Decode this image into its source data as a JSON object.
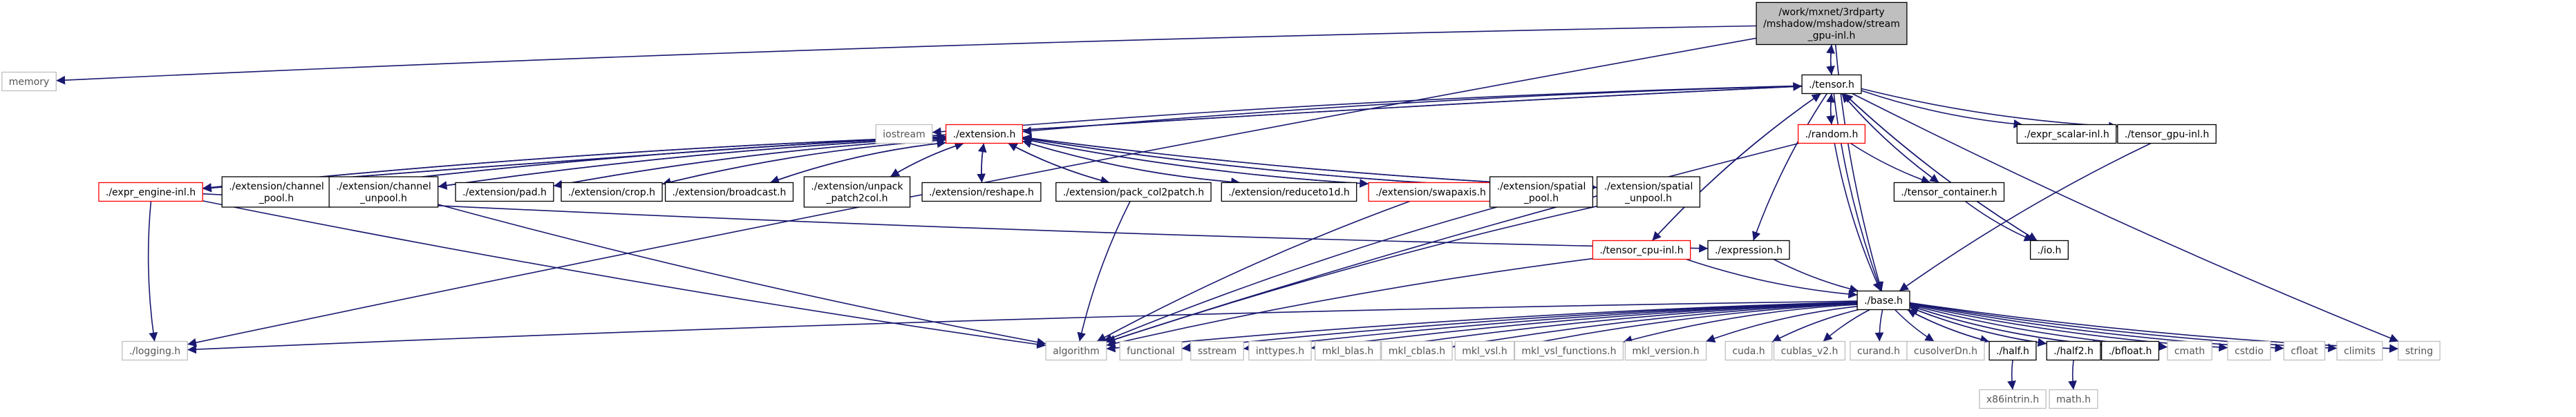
{
  "graph": {
    "title": "/work/mxnet/3rdparty/mshadow/mshadow/stream_gpu-inl.h",
    "colors": {
      "edge": "#191970",
      "node_border_default": "#000000",
      "node_border_system": "#bfbfbf",
      "node_border_highlight": "#ff0000",
      "root_fill": "#bfbfbf",
      "text_system": "#555555"
    },
    "nodes": [
      {
        "id": "root",
        "lines": [
          "/work/mxnet/3rdparty",
          "/mshadow/mshadow/stream",
          "_gpu-inl.h"
        ],
        "kind": "root"
      },
      {
        "id": "memory",
        "lines": [
          "memory"
        ],
        "kind": "sys"
      },
      {
        "id": "tensor",
        "lines": [
          "./tensor.h"
        ],
        "kind": "local"
      },
      {
        "id": "iostream",
        "lines": [
          "iostream"
        ],
        "kind": "sys"
      },
      {
        "id": "extension",
        "lines": [
          "./extension.h"
        ],
        "kind": "hl"
      },
      {
        "id": "random",
        "lines": [
          "./random.h"
        ],
        "kind": "hl"
      },
      {
        "id": "expr_scalar",
        "lines": [
          "./expr_scalar-inl.h"
        ],
        "kind": "local"
      },
      {
        "id": "tensor_gpu",
        "lines": [
          "./tensor_gpu-inl.h"
        ],
        "kind": "local"
      },
      {
        "id": "expr_engine",
        "lines": [
          "./expr_engine-inl.h"
        ],
        "kind": "hl"
      },
      {
        "id": "ch_pool",
        "lines": [
          "./extension/channel",
          "_pool.h"
        ],
        "kind": "local"
      },
      {
        "id": "ch_unpool",
        "lines": [
          "./extension/channel",
          "_unpool.h"
        ],
        "kind": "local"
      },
      {
        "id": "pad",
        "lines": [
          "./extension/pad.h"
        ],
        "kind": "local"
      },
      {
        "id": "crop",
        "lines": [
          "./extension/crop.h"
        ],
        "kind": "local"
      },
      {
        "id": "broadcast",
        "lines": [
          "./extension/broadcast.h"
        ],
        "kind": "local"
      },
      {
        "id": "unpack",
        "lines": [
          "./extension/unpack",
          "_patch2col.h"
        ],
        "kind": "local"
      },
      {
        "id": "reshape",
        "lines": [
          "./extension/reshape.h"
        ],
        "kind": "local"
      },
      {
        "id": "pack",
        "lines": [
          "./extension/pack_col2patch.h"
        ],
        "kind": "local"
      },
      {
        "id": "reduceto",
        "lines": [
          "./extension/reduceto1d.h"
        ],
        "kind": "local"
      },
      {
        "id": "swapaxis",
        "lines": [
          "./extension/swapaxis.h"
        ],
        "kind": "hl"
      },
      {
        "id": "sp_pool",
        "lines": [
          "./extension/spatial",
          "_pool.h"
        ],
        "kind": "local"
      },
      {
        "id": "sp_unpool",
        "lines": [
          "./extension/spatial",
          "_unpool.h"
        ],
        "kind": "local"
      },
      {
        "id": "tensor_container",
        "lines": [
          "./tensor_container.h"
        ],
        "kind": "local"
      },
      {
        "id": "io",
        "lines": [
          "./io.h"
        ],
        "kind": "local"
      },
      {
        "id": "tensor_cpu",
        "lines": [
          "./tensor_cpu-inl.h"
        ],
        "kind": "hl"
      },
      {
        "id": "expression",
        "lines": [
          "./expression.h"
        ],
        "kind": "local"
      },
      {
        "id": "base",
        "lines": [
          "./base.h"
        ],
        "kind": "local"
      },
      {
        "id": "logging",
        "lines": [
          "./logging.h"
        ],
        "kind": "sys"
      },
      {
        "id": "algorithm",
        "lines": [
          "algorithm"
        ],
        "kind": "sys"
      },
      {
        "id": "functional",
        "lines": [
          "functional"
        ],
        "kind": "sys"
      },
      {
        "id": "sstream",
        "lines": [
          "sstream"
        ],
        "kind": "sys"
      },
      {
        "id": "inttypes",
        "lines": [
          "inttypes.h"
        ],
        "kind": "sys"
      },
      {
        "id": "mkl_blas",
        "lines": [
          "mkl_blas.h"
        ],
        "kind": "sys"
      },
      {
        "id": "mkl_cblas",
        "lines": [
          "mkl_cblas.h"
        ],
        "kind": "sys"
      },
      {
        "id": "mkl_vsl",
        "lines": [
          "mkl_vsl.h"
        ],
        "kind": "sys"
      },
      {
        "id": "mkl_vsl_functions",
        "lines": [
          "mkl_vsl_functions.h"
        ],
        "kind": "sys"
      },
      {
        "id": "mkl_version",
        "lines": [
          "mkl_version.h"
        ],
        "kind": "sys"
      },
      {
        "id": "cuda",
        "lines": [
          "cuda.h"
        ],
        "kind": "sys"
      },
      {
        "id": "cublas",
        "lines": [
          "cublas_v2.h"
        ],
        "kind": "sys"
      },
      {
        "id": "curand",
        "lines": [
          "curand.h"
        ],
        "kind": "sys"
      },
      {
        "id": "cusolver",
        "lines": [
          "cusolverDn.h"
        ],
        "kind": "sys"
      },
      {
        "id": "half",
        "lines": [
          "./half.h"
        ],
        "kind": "local"
      },
      {
        "id": "half2",
        "lines": [
          "./half2.h"
        ],
        "kind": "local"
      },
      {
        "id": "bfloat",
        "lines": [
          "./bfloat.h"
        ],
        "kind": "local"
      },
      {
        "id": "cmath",
        "lines": [
          "cmath"
        ],
        "kind": "sys"
      },
      {
        "id": "cstdio",
        "lines": [
          "cstdio"
        ],
        "kind": "sys"
      },
      {
        "id": "cfloat",
        "lines": [
          "cfloat"
        ],
        "kind": "sys"
      },
      {
        "id": "climits",
        "lines": [
          "climits"
        ],
        "kind": "sys"
      },
      {
        "id": "string",
        "lines": [
          "string"
        ],
        "kind": "sys"
      },
      {
        "id": "x86intrin",
        "lines": [
          "x86intrin.h"
        ],
        "kind": "sys"
      },
      {
        "id": "math",
        "lines": [
          "math.h"
        ],
        "kind": "sys"
      }
    ],
    "edges": [
      [
        "root",
        "memory"
      ],
      [
        "root",
        "tensor"
      ],
      [
        "root",
        "logging"
      ],
      [
        "root",
        "base"
      ],
      [
        "tensor",
        "root"
      ],
      [
        "tensor",
        "iostream"
      ],
      [
        "tensor",
        "extension"
      ],
      [
        "tensor",
        "random"
      ],
      [
        "tensor",
        "expr_scalar"
      ],
      [
        "tensor",
        "tensor_gpu"
      ],
      [
        "tensor",
        "expr_engine"
      ],
      [
        "tensor",
        "tensor_cpu"
      ],
      [
        "tensor",
        "expression"
      ],
      [
        "tensor",
        "base"
      ],
      [
        "tensor",
        "string"
      ],
      [
        "tensor",
        "io"
      ],
      [
        "tensor",
        "tensor_container"
      ],
      [
        "extension",
        "expr_engine"
      ],
      [
        "extension",
        "ch_pool"
      ],
      [
        "extension",
        "ch_unpool"
      ],
      [
        "extension",
        "pad"
      ],
      [
        "extension",
        "crop"
      ],
      [
        "extension",
        "broadcast"
      ],
      [
        "extension",
        "unpack"
      ],
      [
        "extension",
        "reshape"
      ],
      [
        "extension",
        "pack"
      ],
      [
        "extension",
        "reduceto"
      ],
      [
        "extension",
        "swapaxis"
      ],
      [
        "extension",
        "sp_pool"
      ],
      [
        "extension",
        "sp_unpool"
      ],
      [
        "expr_engine",
        "extension"
      ],
      [
        "expr_engine",
        "tensor"
      ],
      [
        "expr_engine",
        "logging"
      ],
      [
        "expr_engine",
        "algorithm"
      ],
      [
        "expr_engine",
        "expression"
      ],
      [
        "ch_pool",
        "extension"
      ],
      [
        "ch_unpool",
        "extension"
      ],
      [
        "ch_unpool",
        "algorithm"
      ],
      [
        "pad",
        "extension"
      ],
      [
        "crop",
        "extension"
      ],
      [
        "broadcast",
        "extension"
      ],
      [
        "unpack",
        "extension"
      ],
      [
        "reshape",
        "extension"
      ],
      [
        "pack",
        "extension"
      ],
      [
        "pack",
        "algorithm"
      ],
      [
        "reduceto",
        "extension"
      ],
      [
        "swapaxis",
        "extension"
      ],
      [
        "swapaxis",
        "algorithm"
      ],
      [
        "sp_pool",
        "extension"
      ],
      [
        "sp_pool",
        "algorithm"
      ],
      [
        "sp_unpool",
        "extension"
      ],
      [
        "sp_unpool",
        "algorithm"
      ],
      [
        "random",
        "tensor"
      ],
      [
        "random",
        "tensor_container"
      ],
      [
        "random",
        "base"
      ],
      [
        "random",
        "algorithm"
      ],
      [
        "tensor_container",
        "tensor"
      ],
      [
        "tensor_container",
        "io"
      ],
      [
        "io",
        "tensor"
      ],
      [
        "tensor_gpu",
        "base"
      ],
      [
        "tensor_cpu",
        "tensor"
      ],
      [
        "tensor_cpu",
        "base"
      ],
      [
        "tensor_cpu",
        "algorithm"
      ],
      [
        "expression",
        "base"
      ],
      [
        "base",
        "logging"
      ],
      [
        "base",
        "algorithm"
      ],
      [
        "base",
        "functional"
      ],
      [
        "base",
        "sstream"
      ],
      [
        "base",
        "inttypes"
      ],
      [
        "base",
        "mkl_blas"
      ],
      [
        "base",
        "mkl_cblas"
      ],
      [
        "base",
        "mkl_vsl"
      ],
      [
        "base",
        "mkl_vsl_functions"
      ],
      [
        "base",
        "mkl_version"
      ],
      [
        "base",
        "cuda"
      ],
      [
        "base",
        "cublas"
      ],
      [
        "base",
        "curand"
      ],
      [
        "base",
        "cusolver"
      ],
      [
        "base",
        "half"
      ],
      [
        "base",
        "half2"
      ],
      [
        "base",
        "bfloat"
      ],
      [
        "base",
        "cmath"
      ],
      [
        "base",
        "cstdio"
      ],
      [
        "base",
        "cfloat"
      ],
      [
        "base",
        "climits"
      ],
      [
        "base",
        "string"
      ],
      [
        "half",
        "base"
      ],
      [
        "half",
        "x86intrin"
      ],
      [
        "half2",
        "base"
      ],
      [
        "half2",
        "math"
      ],
      [
        "bfloat",
        "base"
      ]
    ]
  }
}
